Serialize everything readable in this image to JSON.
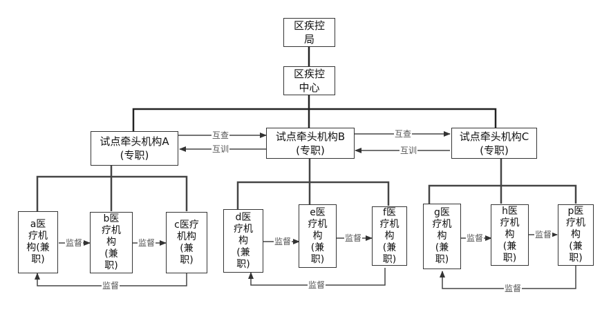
{
  "top": {
    "line1": "区疾控",
    "line2": "局"
  },
  "center": {
    "line1": "区疾控",
    "line2": "中心"
  },
  "leads": [
    {
      "line1": "试点牵头机构A",
      "line2": "(专职)"
    },
    {
      "line1": "试点牵头机构B",
      "line2": "(专职)"
    },
    {
      "line1": "试点牵头机构C",
      "line2": "(专职)"
    }
  ],
  "edge_labels": {
    "mutual_check": "互查",
    "mutual_train": "互训",
    "supervise": "监督"
  },
  "members": [
    {
      "id": "a",
      "lines": [
        "a医",
        "疗机",
        "构(兼",
        "职)"
      ]
    },
    {
      "id": "b",
      "lines": [
        "b医",
        "疗机",
        "构",
        "(兼",
        "职)"
      ]
    },
    {
      "id": "c",
      "lines": [
        "c医疗",
        "机构",
        "(兼",
        "职)"
      ]
    },
    {
      "id": "d",
      "lines": [
        "d医",
        "疗机",
        "构",
        "(兼",
        "职)"
      ]
    },
    {
      "id": "e",
      "lines": [
        "e医",
        "疗机",
        "构",
        "(兼",
        "职)"
      ]
    },
    {
      "id": "f",
      "lines": [
        "f医",
        "疗机",
        "构",
        "(兼",
        "职)"
      ]
    },
    {
      "id": "g",
      "lines": [
        "g医",
        "疗机",
        "构",
        "(兼",
        "职)"
      ]
    },
    {
      "id": "h",
      "lines": [
        "h医",
        "疗机",
        "构",
        "(兼",
        "职)"
      ]
    },
    {
      "id": "p",
      "lines": [
        "p医",
        "疗机",
        "构",
        "(兼",
        "职)"
      ]
    }
  ]
}
